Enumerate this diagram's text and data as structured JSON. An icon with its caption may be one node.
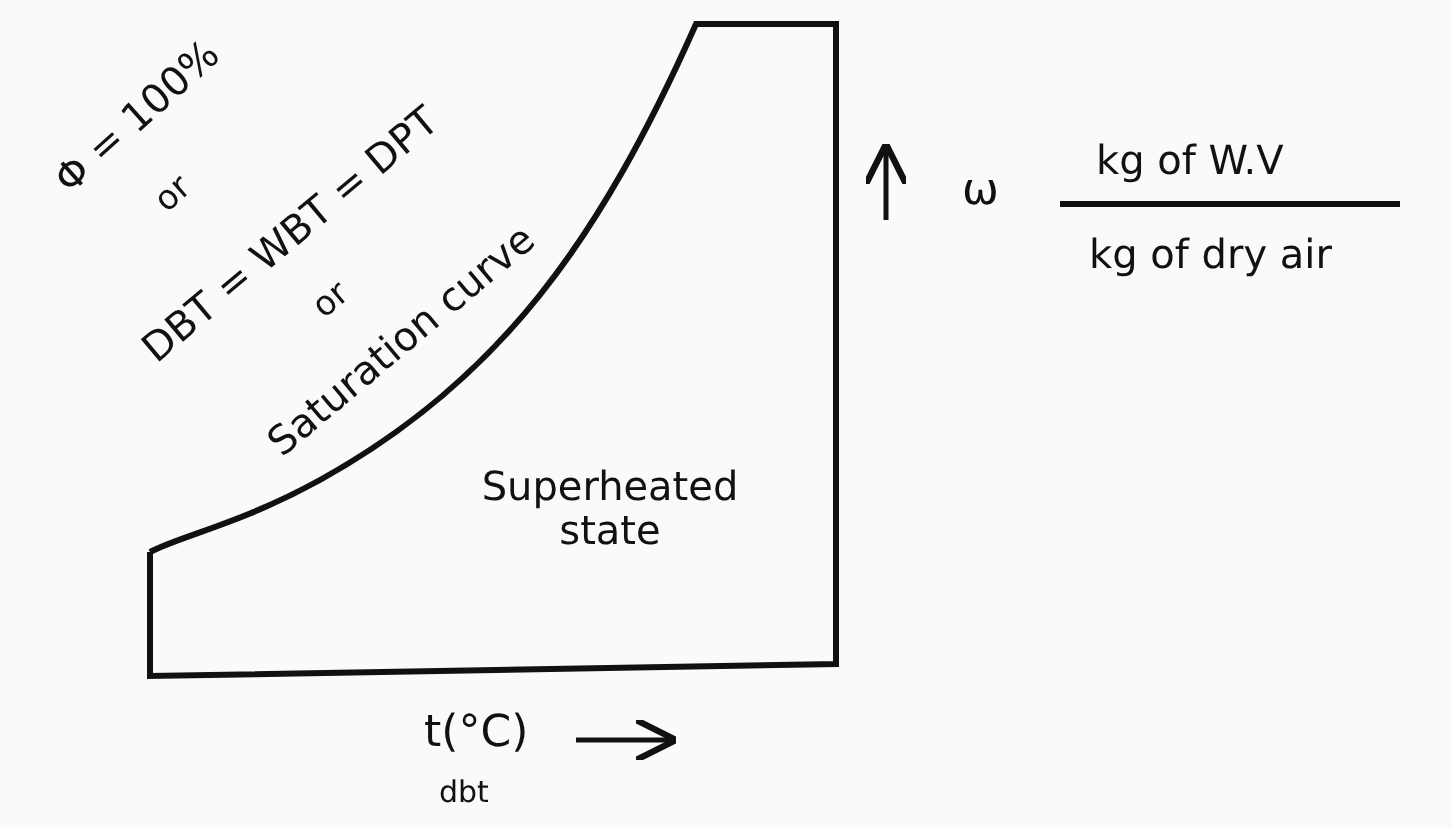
{
  "diagram": {
    "labels": [
      "Φ = 100%",
      "or",
      "DBT = WBT = DPT",
      "or",
      "Saturation curve",
      "Superheated state",
      "ω",
      "kg of W.V",
      "kg of dry air",
      "t(°C)",
      "dbt"
    ]
  }
}
